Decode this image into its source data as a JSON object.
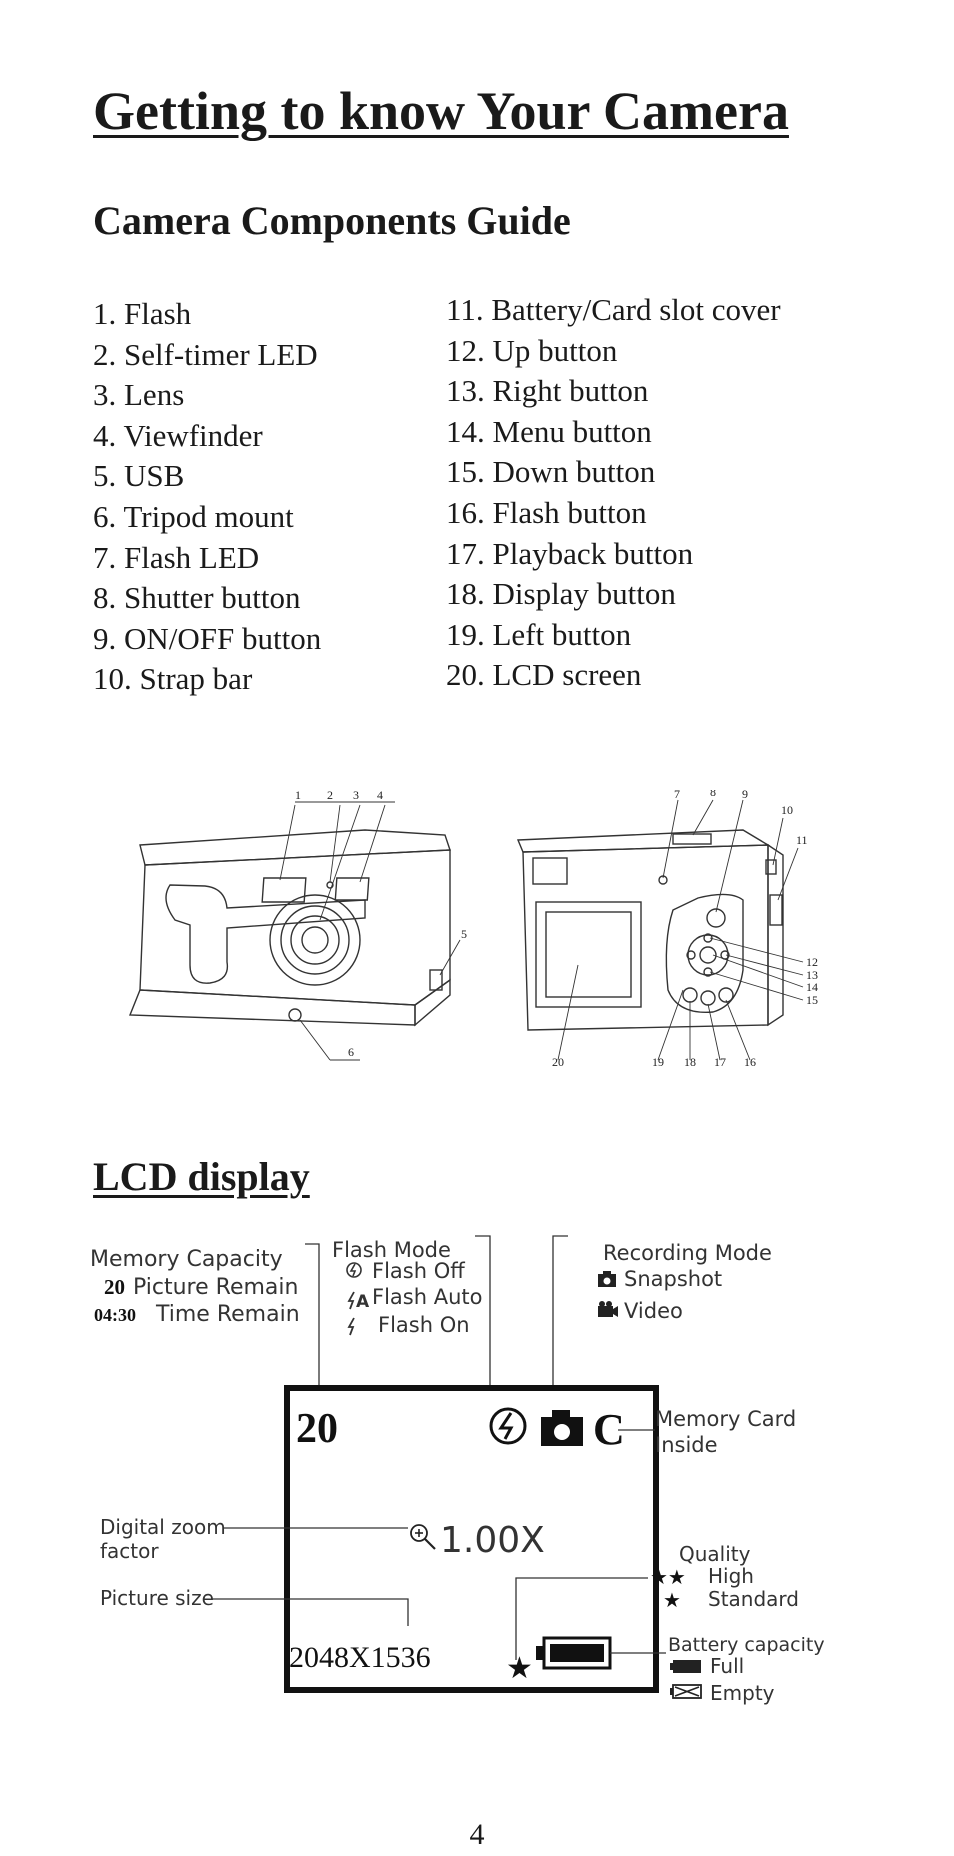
{
  "title": "Getting to know Your Camera",
  "components_title": "Camera Components Guide",
  "components": {
    "left": [
      "1. Flash",
      "2. Self-timer LED",
      "3. Lens",
      "4. Viewfinder",
      "5. USB",
      "6. Tripod mount",
      "7. Flash LED",
      "8. Shutter button",
      "9. ON/OFF button",
      "10. Strap bar"
    ],
    "right": [
      "11. Battery/Card slot cover",
      "12. Up button",
      "13. Right button",
      "14. Menu button",
      "15. Down button",
      "16. Flash button",
      "17. Playback button",
      "18. Display button",
      "19. Left button",
      "20. LCD screen"
    ]
  },
  "front_figure_numbers": [
    "1",
    "2",
    "3",
    "4",
    "5",
    "6"
  ],
  "back_figure_numbers": [
    "7",
    "8",
    "9",
    "10",
    "11",
    "12",
    "13",
    "14",
    "15",
    "16",
    "17",
    "18",
    "19",
    "20"
  ],
  "lcd": {
    "title": "LCD display",
    "memory_capacity": {
      "label": "Memory Capacity",
      "picture_count": "20",
      "picture_label": "Picture Remain",
      "time_value": "04:30",
      "time_label": "Time Remain"
    },
    "flash_mode": {
      "label": "Flash Mode",
      "off": "Flash Off",
      "auto": "Flash Auto",
      "on": "Flash On",
      "auto_icon_text": "A"
    },
    "recording_mode": {
      "label": "Recording Mode",
      "snapshot": "Snapshot",
      "video": "Video"
    },
    "memory_card": {
      "line1": "Memory Card",
      "line2": "Inside",
      "icon_text": "C"
    },
    "screen": {
      "count": "20",
      "zoom": "1.00X",
      "picture_size": "2048X1536"
    },
    "zoom_label": {
      "line1": "Digital zoom",
      "line2": "factor"
    },
    "picture_size_label": "Picture size",
    "quality": {
      "label": "Quality",
      "high": "High",
      "standard": "Standard",
      "high_icon": "★★",
      "standard_icon": "★"
    },
    "battery": {
      "label": "Battery capacity",
      "full": "Full",
      "empty": "Empty"
    }
  },
  "page_number": "4"
}
